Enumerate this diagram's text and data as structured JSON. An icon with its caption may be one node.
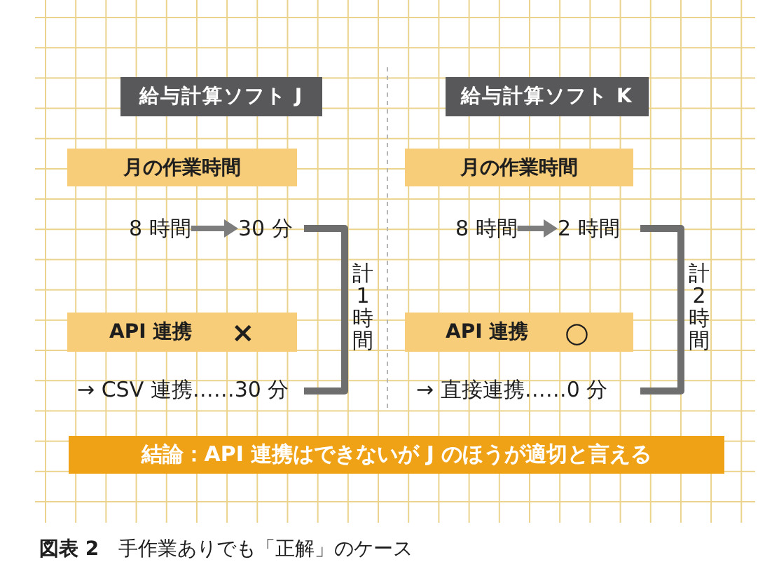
{
  "diagram": {
    "caption": "**図表 2**　手作業ありでも「正解」のケース",
    "nodes": [
      {
        "text": [
          "給与計算ソフト J"
        ]
      },
      {
        "text": [
          "月の作業時間"
        ]
      },
      {
        "text": [
          "8 時間"
        ]
      },
      {
        "text": [
          "30 分"
        ]
      },
      {
        "text": [
          "API 連携",
          "×"
        ]
      },
      {
        "text": [
          "給与計算ソフト K"
        ]
      },
      {
        "text": [
          "月の作業時間"
        ]
      },
      {
        "text": [
          "8 時間"
        ]
      },
      {
        "text": [
          "2 時間"
        ]
      },
      {
        "text": [
          "API 連携",
          "○"
        ]
      },
      {
        "text": [
          "結論：API 連携はできないが J のほうが適切と言える"
        ]
      }
    ],
    "edges": [
      {
        "from": 2,
        "to": 3,
        "arrow": "to"
      },
      {
        "from": 7,
        "to": 8,
        "arrow": "to"
      }
    ],
    "labels": [
      "→ CSV 連携……30 分",
      "計1時間",
      "→ 直接連携……0 分",
      "計2時間"
    ]
  }
}
